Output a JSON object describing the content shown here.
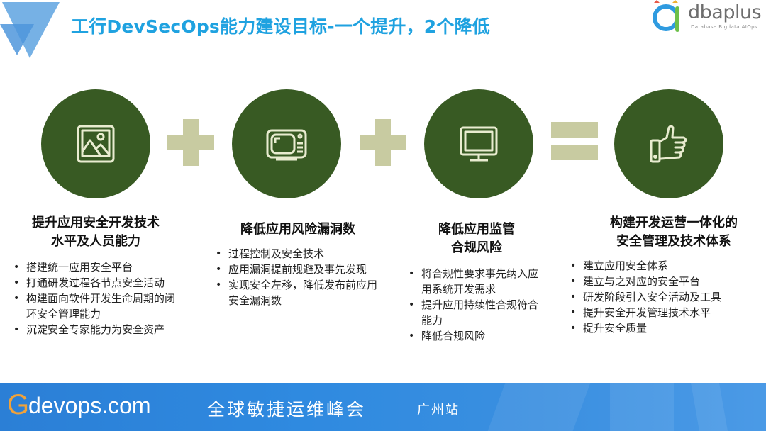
{
  "header": {
    "title": "工行DevSecOps能力建设目标-一个提升，2个降低",
    "title_color": "#1fa2e0",
    "corner_logo_icon": "triangles-logo-icon"
  },
  "brand": {
    "name": "dbaplus",
    "tagline": "Database  Bigdata  AIOps",
    "logo_icon": "dbaplus-a-logo-icon"
  },
  "colors": {
    "circle": "#385a23",
    "operator": "#c8cba1",
    "icon_stroke": "#e9ecd0",
    "footer": "#2f8ae0"
  },
  "equation": {
    "operators": [
      "plus",
      "plus",
      "equals"
    ]
  },
  "columns": [
    {
      "icon": "picture-icon",
      "title_lines": [
        "提升应用安全开发技术",
        "水平及人员能力"
      ],
      "items": [
        "搭建统一应用安全平台",
        "打通研发过程各节点安全活动",
        "构建面向软件开发生命周期的闭环安全管理能力",
        "沉淀安全专家能力为安全资产"
      ]
    },
    {
      "icon": "tv-icon",
      "title_lines": [
        "降低应用风险漏洞数"
      ],
      "items": [
        "过程控制及安全技术",
        "应用漏洞提前规避及事先发现",
        "实现安全左移，降低发布前应用安全漏洞数"
      ]
    },
    {
      "icon": "monitor-icon",
      "title_lines": [
        "降低应用监管",
        "合规风险"
      ],
      "items": [
        "将合规性要求事先纳入应用系统开发需求",
        "提升应用持续性合规符合能力",
        "降低合规风险"
      ]
    },
    {
      "icon": "thumbs-up-icon",
      "title_lines": [
        "构建开发运营一体化的",
        "安全管理及技术体系"
      ],
      "items": [
        "建立应用安全体系",
        "建立与之对应的安全平台",
        "研发阶段引入安全活动及工具",
        "提升安全开发管理技术水平",
        "提升安全质量"
      ]
    }
  ],
  "footer": {
    "g_letter": "G",
    "site": "devops.com",
    "event_name": "全球敏捷运维峰会",
    "city": "广州站"
  }
}
